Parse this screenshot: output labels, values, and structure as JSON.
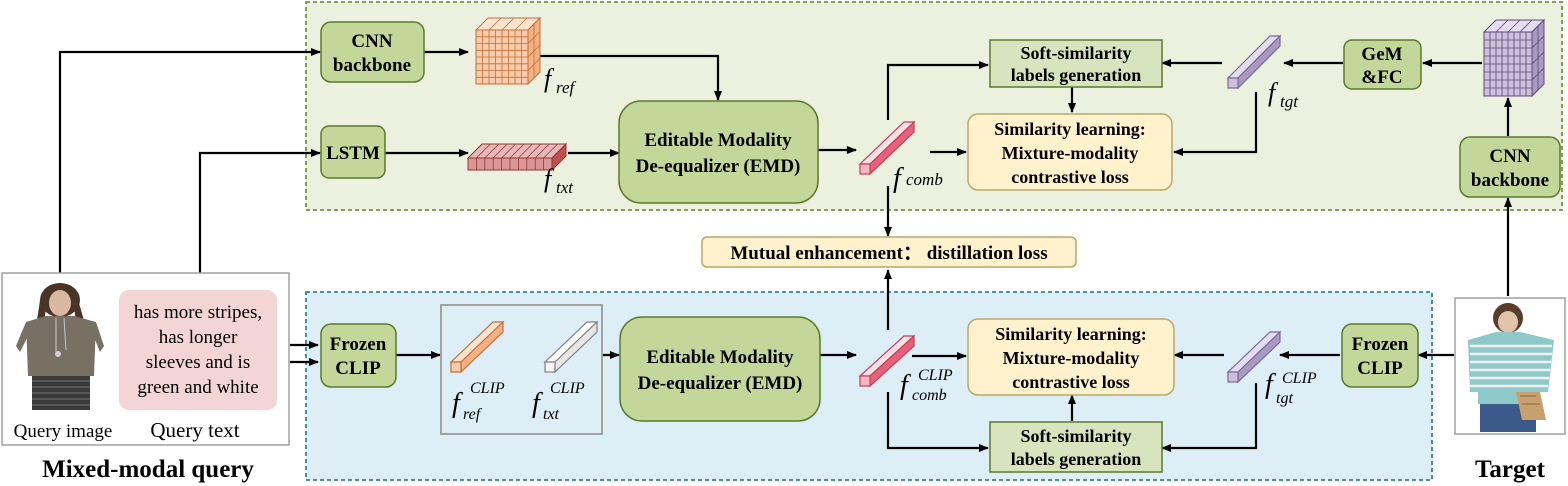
{
  "top_branch": {
    "cnn_backbone_left": [
      "CNN",
      "backbone"
    ],
    "lstm": "LSTM",
    "emd": [
      "Editable Modality",
      "De-equalizer (EMD)"
    ],
    "soft_labels": [
      "Soft-similarity",
      "labels generation"
    ],
    "sim_learning": [
      "Similarity learning:",
      "Mixture-modality",
      "contrastive loss"
    ],
    "gem_fc": [
      "GeM",
      "&FC"
    ],
    "cnn_backbone_right": [
      "CNN",
      "backbone"
    ],
    "f_ref": {
      "base": "f",
      "sub": "ref"
    },
    "f_txt": {
      "base": "f",
      "sub": "txt"
    },
    "f_comb": {
      "base": "f",
      "sub": "comb"
    },
    "f_tgt": {
      "base": "f",
      "sub": "tgt"
    }
  },
  "mutual": "Mutual enhancement： distillation loss",
  "bottom_branch": {
    "frozen_clip_left": [
      "Frozen",
      "CLIP"
    ],
    "frozen_clip_right": [
      "Frozen",
      "CLIP"
    ],
    "emd": [
      "Editable Modality",
      "De-equalizer (EMD)"
    ],
    "sim_learning": [
      "Similarity learning:",
      "Mixture-modality",
      "contrastive loss"
    ],
    "soft_labels": [
      "Soft-similarity",
      "labels generation"
    ],
    "f_ref_clip": {
      "base": "f",
      "sub": "ref",
      "sup": "CLIP"
    },
    "f_txt_clip": {
      "base": "f",
      "sub": "txt",
      "sup": "CLIP"
    },
    "f_comb_clip": {
      "base": "f",
      "sub": "comb",
      "sup": "CLIP"
    },
    "f_tgt_clip": {
      "base": "f",
      "sub": "tgt",
      "sup": "CLIP"
    }
  },
  "query": {
    "text_lines": [
      "has more stripes,",
      "has longer",
      "sleeves and is",
      "green and white"
    ],
    "image_caption": "Query image",
    "text_caption": "Query text",
    "title": "Mixed-modal query"
  },
  "target_title": "Target",
  "colors": {
    "top_bg": "#ebf1de",
    "top_border": "#76923c",
    "bottom_bg": "#ddeef6",
    "bottom_border": "#31849b",
    "green_box": "#c4d79b",
    "green_box_stroke": "#5a7a2a",
    "light_green_box": "#d7e4bd",
    "yellow_box": "#fff2cc",
    "yellow_stroke": "#b9a86a",
    "query_text_bg": "#f2d5d4",
    "ref_orange": "#f8cbad",
    "txt_red": "#d99694",
    "comb_pink": "#f4b6c2",
    "tgt_purple": "#ccc0da"
  }
}
